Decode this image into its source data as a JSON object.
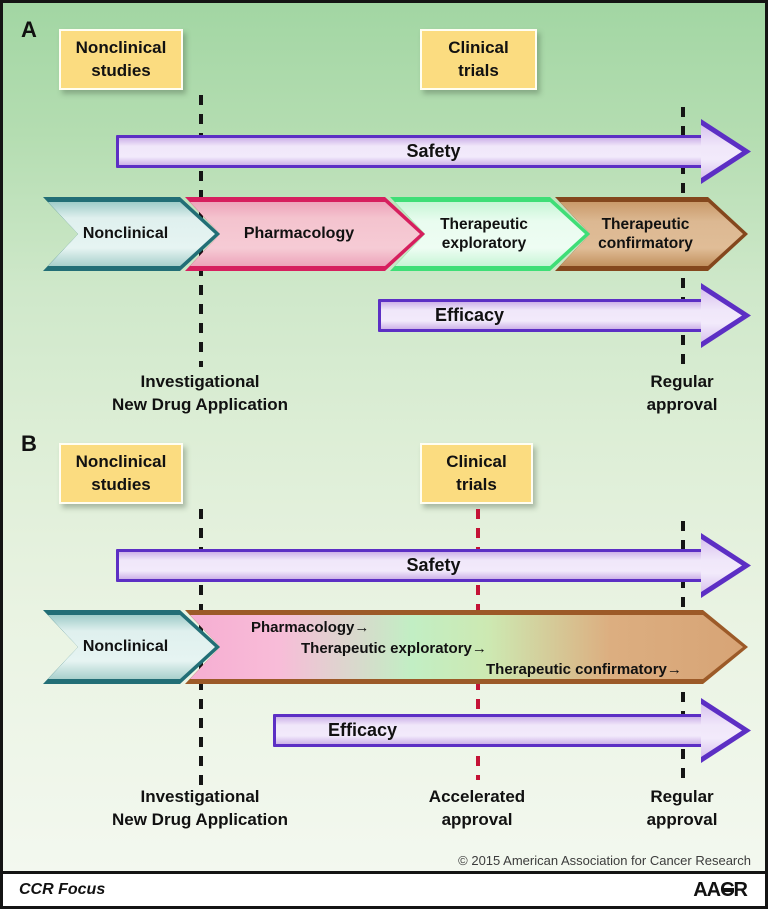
{
  "colors": {
    "background_top": "#a2d6a3",
    "background_bottom": "#f3f8ef",
    "box_yellow": "#fbdc80",
    "purple_border": "#5c2fc4",
    "purple_fill": "#f0e7fa",
    "teal_border": "#226e76",
    "teal_fill": "#dff0ee",
    "pink_border": "#d61f5e",
    "pink_fill": "#f4c3ce",
    "green_border": "#3fde77",
    "green_fill": "#e9fcef",
    "brown_border": "#84471d",
    "brown_fill": "#dcb892",
    "red_dash": "#c41236",
    "black_dash": "#151515"
  },
  "panel_a": {
    "label": "A",
    "nonclinical_box": {
      "line1": "Nonclinical",
      "line2": "studies"
    },
    "clinical_box": {
      "line1": "Clinical",
      "line2": "trials"
    },
    "safety_label": "Safety",
    "efficacy_label": "Efficacy",
    "chevrons": [
      {
        "label": "Nonclinical"
      },
      {
        "label": "Pharmacology"
      },
      {
        "line1": "Therapeutic",
        "line2": "exploratory"
      },
      {
        "line1": "Therapeutic",
        "line2": "confirmatory"
      }
    ],
    "milestones": [
      {
        "line1": "Investigational",
        "line2": "New Drug Application"
      },
      {
        "line1": "Regular",
        "line2": "approval"
      }
    ]
  },
  "panel_b": {
    "label": "B",
    "nonclinical_box": {
      "line1": "Nonclinical",
      "line2": "studies"
    },
    "clinical_box": {
      "line1": "Clinical",
      "line2": "trials"
    },
    "safety_label": "Safety",
    "efficacy_label": "Efficacy",
    "nonclinical_chevron": "Nonclinical",
    "stages": [
      "Pharmacology→",
      "Therapeutic exploratory→",
      "Therapeutic confirmatory→"
    ],
    "milestones": [
      {
        "line1": "Investigational",
        "line2": "New Drug Application"
      },
      {
        "line1": "Accelerated",
        "line2": "approval"
      },
      {
        "line1": "Regular",
        "line2": "approval"
      }
    ]
  },
  "footer": {
    "copyright": "© 2015 American Association for Cancer Research",
    "journal": "CCR Focus",
    "logo": "AACR"
  }
}
